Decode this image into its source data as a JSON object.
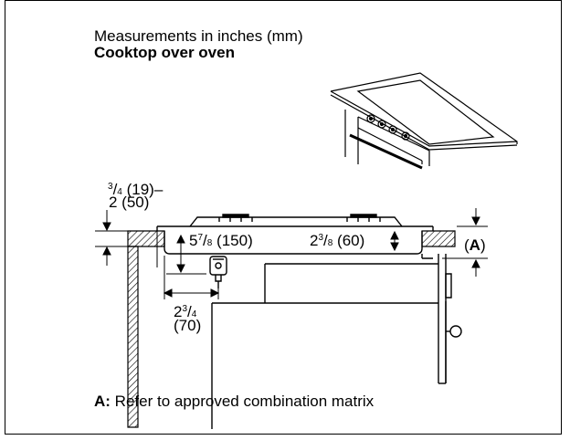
{
  "header": {
    "line1": "Measurements in inches (mm)",
    "line2": "Cooktop over oven"
  },
  "dims": {
    "top_left": {
      "frac_num": "3",
      "frac_den": "4",
      "rest1": " (19)–",
      "line2": "2 (50)"
    },
    "depth_5_7_8": {
      "whole": "5",
      "num": "7",
      "den": "8",
      "rest": " (150)"
    },
    "depth_2_3_8": {
      "whole": "2",
      "num": "3",
      "den": "8",
      "rest": " (60)"
    },
    "marker_a": {
      "open": "(",
      "letter": "A",
      "close": ")"
    },
    "bottom_2_3_4": {
      "whole": "2",
      "num": "3",
      "den": "4",
      "line2": "(70)"
    }
  },
  "footer": {
    "key": "A:",
    "text": " Refer to approved combination matrix"
  }
}
